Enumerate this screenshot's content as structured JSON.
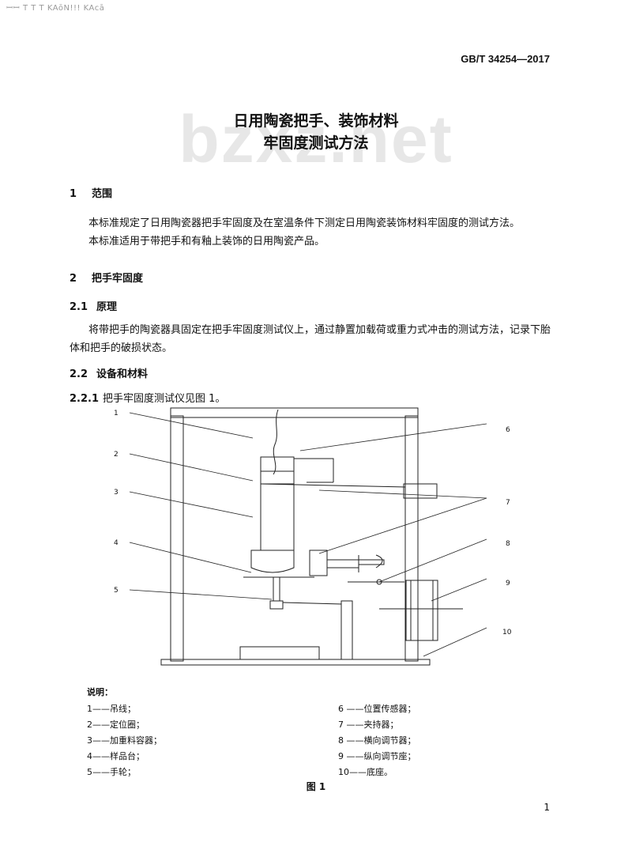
{
  "header": {
    "top_mark": "ꟷꟷ T T T KAōN!!! KAcā",
    "standard_number": "GB/T 34254—2017"
  },
  "watermark": "bzxz.net",
  "title": {
    "line1": "日用陶瓷把手、装饰材料",
    "line2": "牢固度测试方法"
  },
  "sections": {
    "s1": {
      "num": "1",
      "title": "范围"
    },
    "s1_p1": "本标准规定了日用陶瓷器把手牢固度及在室温条件下测定日用陶瓷装饰材料牢固度的测试方法。",
    "s1_p2": "本标准适用于带把手和有釉上装饰的日用陶瓷产品。",
    "s2": {
      "num": "2",
      "title": "把手牢固度"
    },
    "s21": {
      "num": "2.1",
      "title": "原理"
    },
    "s21_p1": "将带把手的陶瓷器具固定在把手牢固度测试仪上，通过静置加载荷或重力式冲击的测试方法，记录下胎体和把手的破损状态。",
    "s22": {
      "num": "2.2",
      "title": "设备和材料"
    },
    "s221": {
      "num": "2.2.1",
      "text": "把手牢固度测试仪见图 1。"
    }
  },
  "figure": {
    "callouts": [
      "1",
      "2",
      "3",
      "4",
      "5",
      "6",
      "7",
      "8",
      "9",
      "10"
    ],
    "legend_title": "说明：",
    "legend_left": [
      "1——吊线；",
      "2——定位圈；",
      "3——加重料容器；",
      "4——样品台；",
      "5——手轮；"
    ],
    "legend_right": [
      "6 ——位置传感器；",
      "7 ——夹持器；",
      "8 ——横向调节器；",
      "9 ——纵向调节座；",
      "10——底座。"
    ],
    "caption": "图 1"
  },
  "footer": {
    "page_number": "1"
  }
}
